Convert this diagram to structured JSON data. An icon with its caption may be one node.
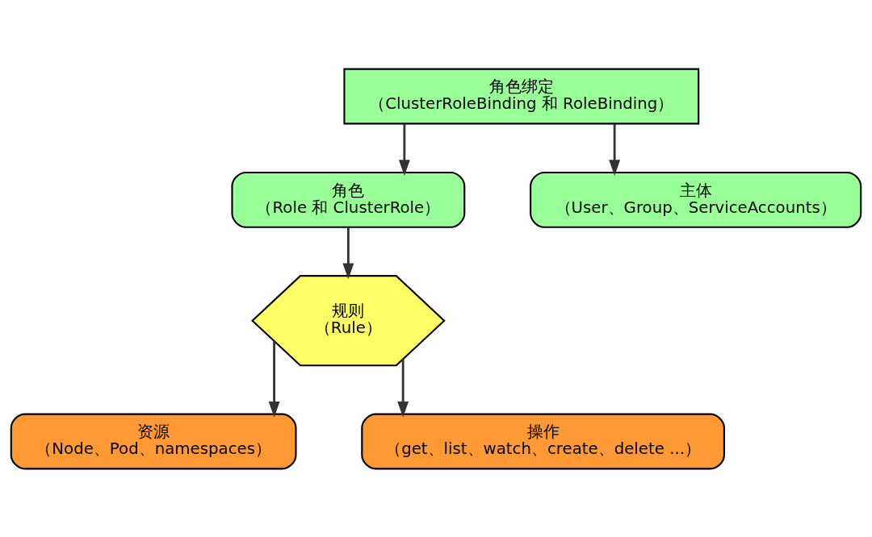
{
  "diagram": {
    "nodes": [
      {
        "text": [
          "角色绑定",
          "（ClusterRoleBinding 和 RoleBinding）"
        ]
      },
      {
        "text": [
          "角色",
          "（Role 和 ClusterRole）"
        ]
      },
      {
        "text": [
          "主体",
          "（User、Group、ServiceAccounts）"
        ]
      },
      {
        "text": [
          "规则",
          "（Rule）"
        ]
      },
      {
        "text": [
          "资源",
          "（Node、Pod、namespaces）"
        ]
      },
      {
        "text": [
          "操作",
          "（get、list、watch、create、delete ...）"
        ]
      }
    ],
    "edges": [
      {
        "from": 0,
        "to": 1,
        "arrow": "to"
      },
      {
        "from": 0,
        "to": 2,
        "arrow": "to"
      },
      {
        "from": 1,
        "to": 3,
        "arrow": "to"
      },
      {
        "from": 3,
        "to": 4,
        "arrow": "to"
      },
      {
        "from": 3,
        "to": 5,
        "arrow": "to"
      }
    ]
  }
}
